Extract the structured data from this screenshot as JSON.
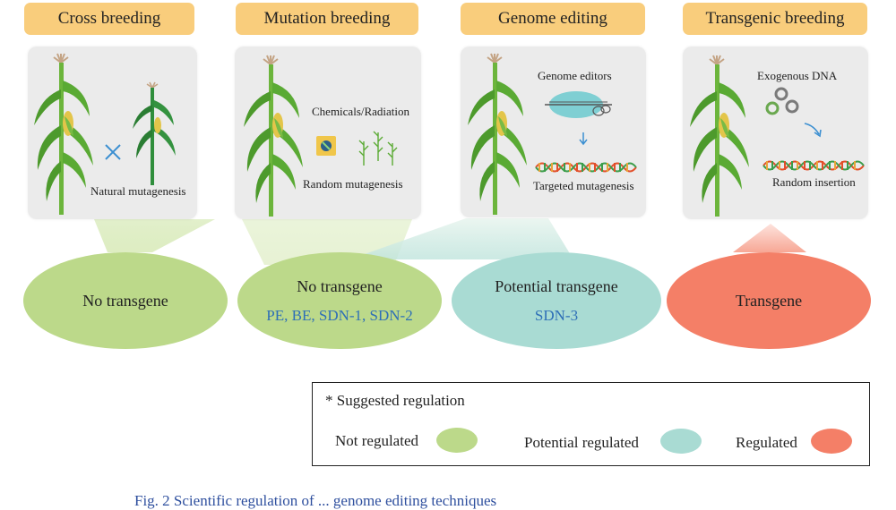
{
  "headers": [
    "Cross breeding",
    "Mutation breeding",
    "Genome editing",
    "Transgenic breeding"
  ],
  "panels": {
    "cross": {
      "label": "Natural mutagenesis"
    },
    "mutation": {
      "top_label": "Chemicals/Radiation",
      "bottom_label": "Random mutagenesis"
    },
    "editing": {
      "top_label": "Genome editors",
      "bottom_label": "Targeted mutagenesis"
    },
    "transgenic": {
      "top_label": "Exogenous DNA",
      "bottom_label": "Random insertion"
    }
  },
  "ellipses": [
    {
      "title": "No transgene",
      "sub": ""
    },
    {
      "title": "No transgene",
      "sub": "PE, BE, SDN-1, SDN-2"
    },
    {
      "title": "Potential transgene",
      "sub": "SDN-3"
    },
    {
      "title": "Transgene",
      "sub": ""
    }
  ],
  "legend": {
    "title": "* Suggested regulation",
    "items": [
      "Not regulated",
      "Potential regulated",
      "Regulated"
    ]
  },
  "colors": {
    "header": "#f9cd7c",
    "not_regulated": "#bcd98a",
    "potential_regulated": "#a9dbd3",
    "regulated": "#f47f67",
    "sub_text": "#2e6fb7"
  },
  "caption": "Fig. 2   Scientific regulation of ... genome editing techniques"
}
